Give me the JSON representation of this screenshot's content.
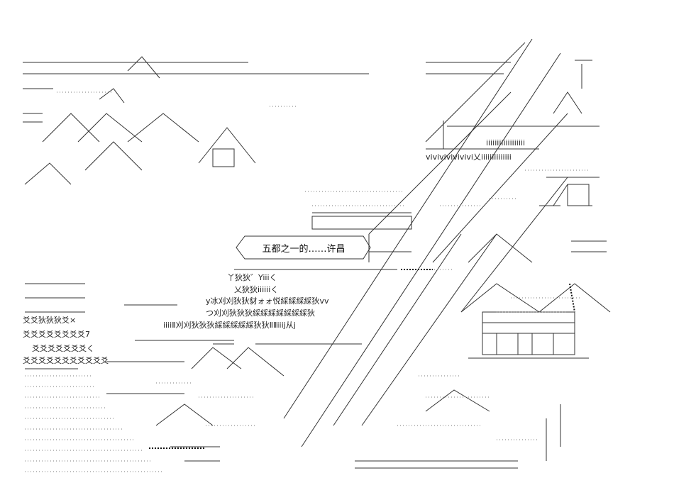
{
  "caption": {
    "text": "五都之一的……许昌"
  },
  "art": {
    "kanji_rows": [
      "y冰刈刈狄狄豺ォォ悦綵綵綵綵狄vv",
      "つ刈刈狄狄狄綵綵綵綵綵綵綵狄",
      "iiiiⅡ刈刈狄狄狄綵綵綵綵綵狄狄ⅡⅡiiij从j"
    ],
    "top_rows": [
      "丫狄狄゛Yiiiく",
      "乂狄狄iiiiiiく"
    ],
    "left_rows": [
      "爻爻狄狄狄爻×",
      "爻爻爻爻爻爻爻爻7",
      "爻爻爻爻爻爻爻く",
      "爻爻爻爻爻爻爻爻爻爻爻"
    ],
    "right_rows": [
      "iiiiiiiiiiiiiiiiii",
      "vivivivivivivi乂iiiiiiiiiiiiii"
    ]
  }
}
